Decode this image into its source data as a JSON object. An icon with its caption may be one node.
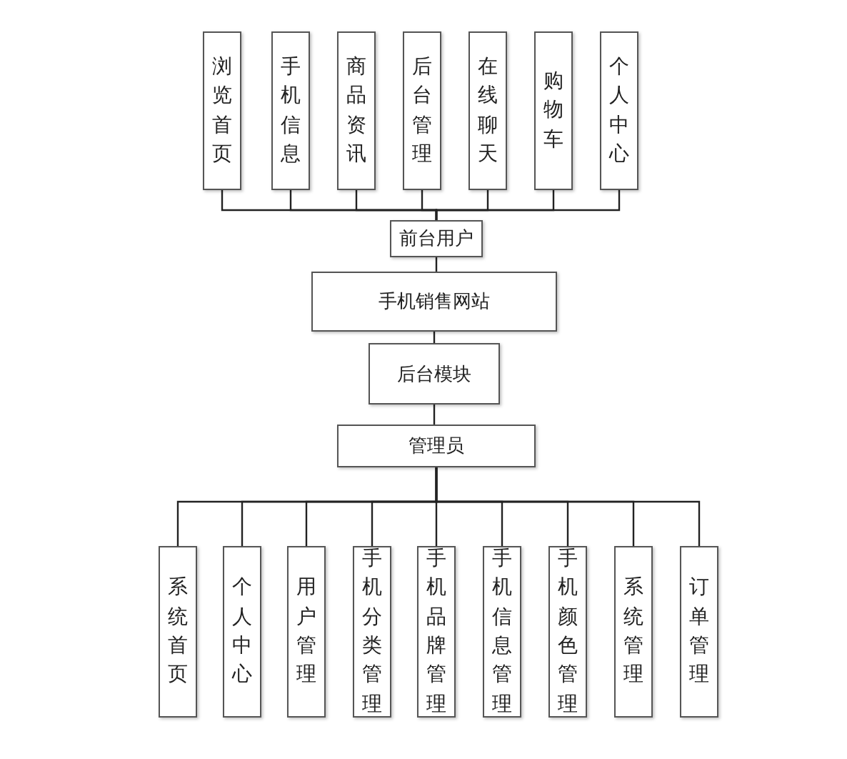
{
  "diagram": {
    "nodes": [
      {
        "text": [
          "浏览首页"
        ]
      },
      {
        "text": [
          "手机信息"
        ]
      },
      {
        "text": [
          "商品资讯"
        ]
      },
      {
        "text": [
          "后台管理"
        ]
      },
      {
        "text": [
          "在线聊天"
        ]
      },
      {
        "text": [
          "购物车"
        ]
      },
      {
        "text": [
          "个人中心"
        ]
      },
      {
        "text": [
          "前台用户"
        ]
      },
      {
        "text": [
          "手机销售网站"
        ]
      },
      {
        "text": [
          "后台模块"
        ]
      },
      {
        "text": [
          "管理员"
        ]
      },
      {
        "text": [
          "系统首页"
        ]
      },
      {
        "text": [
          "个人中心"
        ]
      },
      {
        "text": [
          "用户管理"
        ]
      },
      {
        "text": [
          "手机分类管理"
        ]
      },
      {
        "text": [
          "手机品牌管理"
        ]
      },
      {
        "text": [
          "手机信息管理"
        ]
      },
      {
        "text": [
          "手机颜色管理"
        ]
      },
      {
        "text": [
          "系统管理"
        ]
      },
      {
        "text": [
          "订单管理"
        ]
      }
    ],
    "edges": [
      {
        "from": 7,
        "to": 0,
        "arrow": "none"
      },
      {
        "from": 7,
        "to": 1,
        "arrow": "none"
      },
      {
        "from": 7,
        "to": 2,
        "arrow": "none"
      },
      {
        "from": 7,
        "to": 3,
        "arrow": "none"
      },
      {
        "from": 7,
        "to": 4,
        "arrow": "none"
      },
      {
        "from": 7,
        "to": 5,
        "arrow": "none"
      },
      {
        "from": 7,
        "to": 6,
        "arrow": "none"
      },
      {
        "from": 7,
        "to": 8,
        "arrow": "none"
      },
      {
        "from": 8,
        "to": 9,
        "arrow": "none"
      },
      {
        "from": 9,
        "to": 10,
        "arrow": "none"
      },
      {
        "from": 10,
        "to": 11,
        "arrow": "none"
      },
      {
        "from": 10,
        "to": 12,
        "arrow": "none"
      },
      {
        "from": 10,
        "to": 13,
        "arrow": "none"
      },
      {
        "from": 10,
        "to": 14,
        "arrow": "none"
      },
      {
        "from": 10,
        "to": 15,
        "arrow": "none"
      },
      {
        "from": 10,
        "to": 16,
        "arrow": "none"
      },
      {
        "from": 10,
        "to": 17,
        "arrow": "none"
      },
      {
        "from": 10,
        "to": 18,
        "arrow": "none"
      },
      {
        "from": 10,
        "to": 19,
        "arrow": "none"
      }
    ]
  }
}
